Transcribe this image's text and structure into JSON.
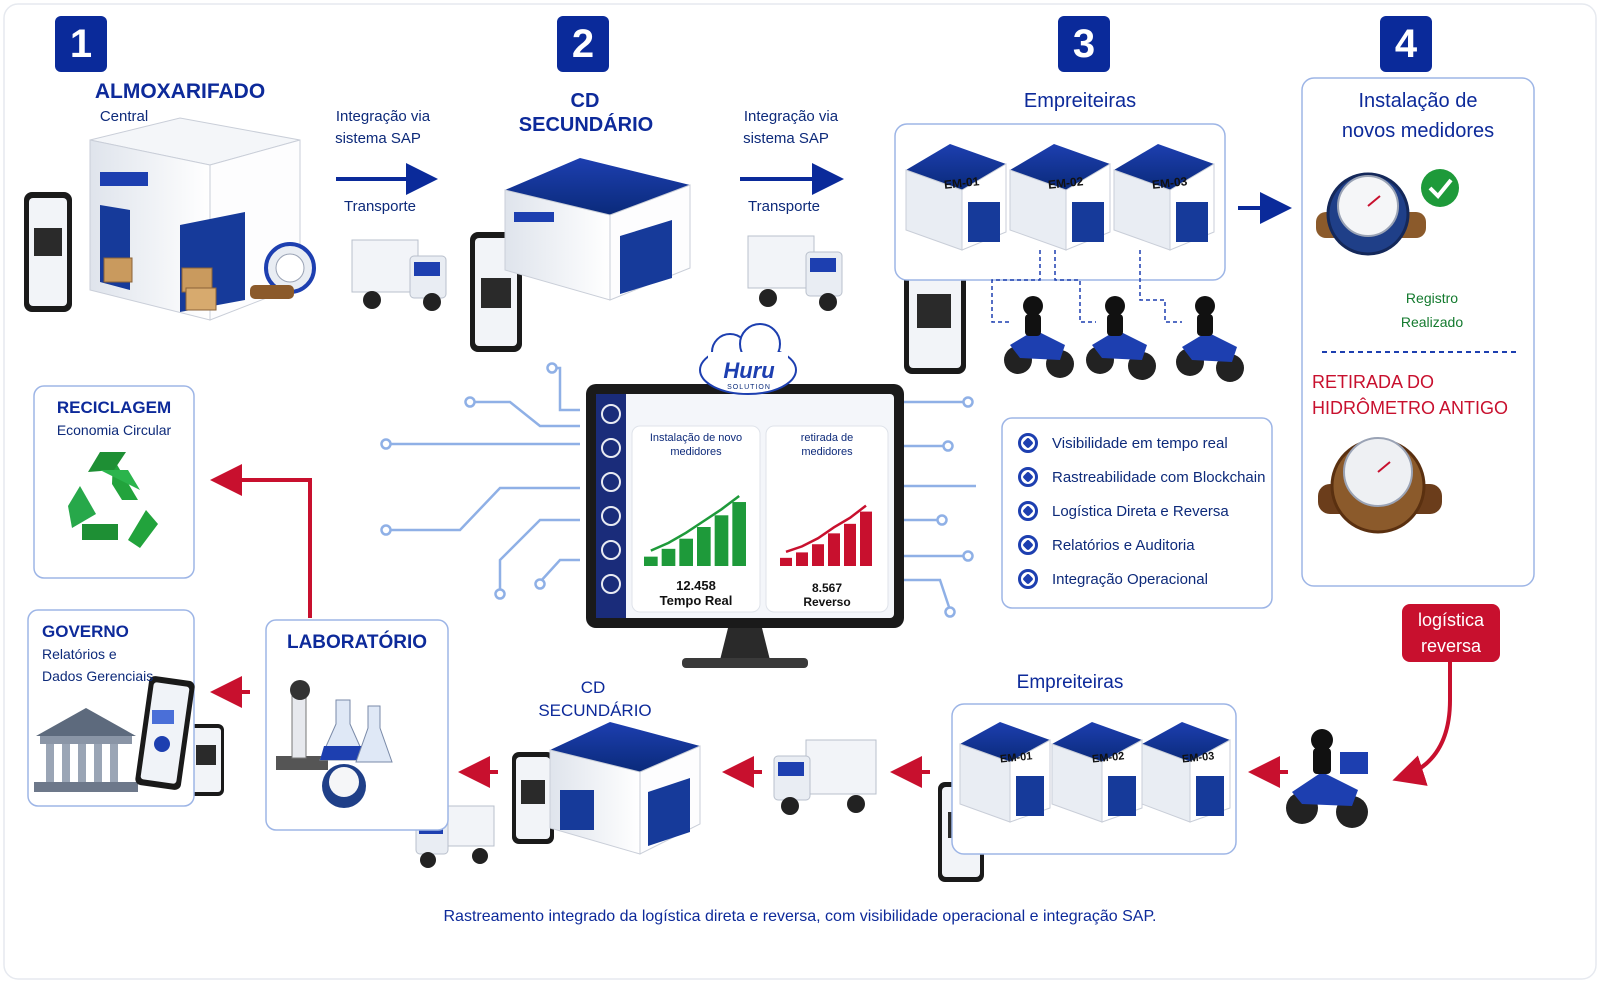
{
  "steps": [
    {
      "number": "1",
      "title": "ALMOXARIFADO",
      "subtitle": "Central"
    },
    {
      "number": "2",
      "title": "CD",
      "title2": "SECUNDÁRIO"
    },
    {
      "number": "3",
      "title": "Empreiteiras"
    },
    {
      "number": "4",
      "title": "Instalação de",
      "title2": "novos medidores",
      "status1": "Registro",
      "status2": "Realizado"
    }
  ],
  "transport_labels": {
    "integration_line1": "Integração via",
    "integration_line2": "sistema SAP",
    "transport": "Transporte"
  },
  "warehouses_top": [
    "EM-01",
    "EM-02",
    "EM-03"
  ],
  "retirada": {
    "line1": "RETIRADA DO",
    "line2": "HIDRÔMETRO ANTIGO"
  },
  "logistica_reversa": {
    "line1": "logística",
    "line2": "reversa"
  },
  "reciclagem": {
    "title": "RECICLAGEM",
    "subtitle": "Economia Circular"
  },
  "governo": {
    "title": "GOVERNO",
    "line1": "Relatórios e",
    "line2": "Dados Gerenciais"
  },
  "laboratorio": {
    "title": "LABORATÓRIO"
  },
  "cd_bottom": {
    "line1": "CD",
    "line2": "SECUNDÁRIO"
  },
  "empreiteiras_bottom": {
    "title": "Empreiteiras",
    "warehouses": [
      "EM-01",
      "EM-02",
      "EM-03"
    ]
  },
  "monitor": {
    "brand": "Huru",
    "brand_sub": "SOLUTION",
    "panel_left": {
      "title1": "Instalação de novo",
      "title2": "medidores",
      "value": "12.458",
      "label": "Tempo Real"
    },
    "panel_right": {
      "title1": "retirada de",
      "title2": "medidores",
      "value": "8.567",
      "label": "Reverso"
    }
  },
  "features": [
    "Visibilidade em tempo real",
    "Rastreabilidade com Blockchain",
    "Logística Direta e Reversa",
    "Relatórios e Auditoria",
    "Integração Operacional"
  ],
  "caption": "Rastreamento integrado da logística direta e reversa, com visibilidade operacional e integração SAP.",
  "colors": {
    "navy": "#0a2a9a",
    "red": "#c8102e",
    "green": "#1e9a3a"
  }
}
